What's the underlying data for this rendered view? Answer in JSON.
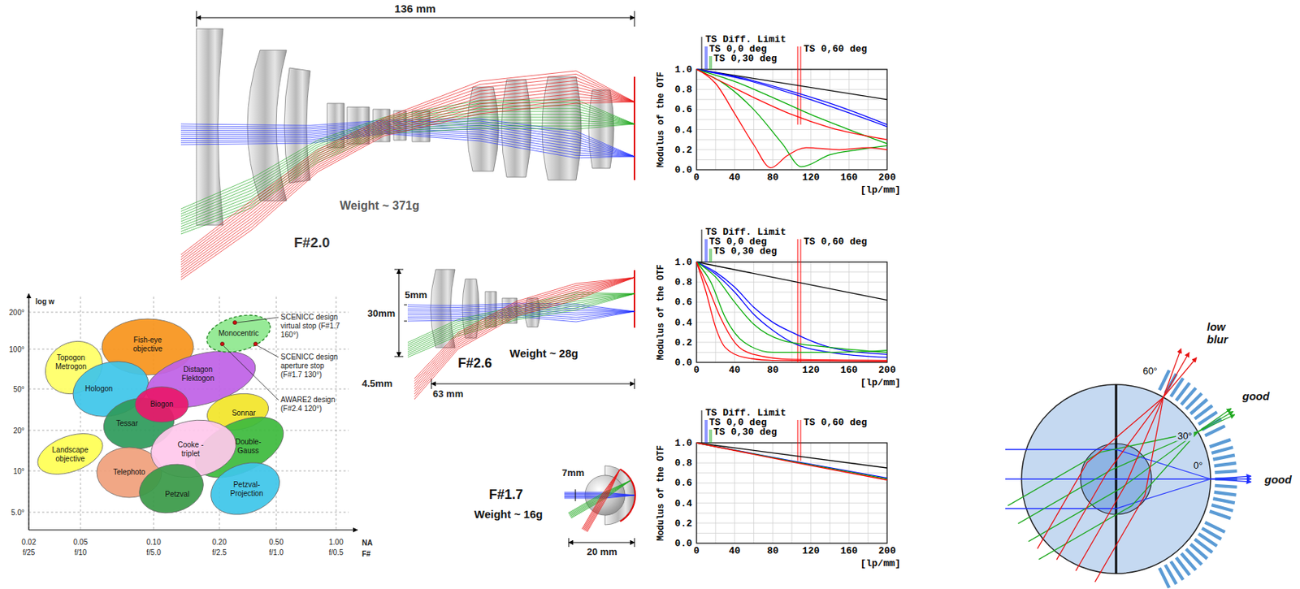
{
  "diagram": {
    "nodes": [
      {
        "text": [
          "Topogon Metrogon"
        ]
      },
      {
        "text": [
          "Fish-eye objective"
        ]
      },
      {
        "text": [
          "Hologon"
        ]
      },
      {
        "text": [
          "Distagon Flektogon"
        ]
      },
      {
        "text": [
          "Sonnar"
        ]
      },
      {
        "text": [
          "Tessar"
        ]
      },
      {
        "text": [
          "Biogon"
        ]
      },
      {
        "text": [
          "Landscape objective"
        ]
      },
      {
        "text": [
          "Telephoto"
        ]
      },
      {
        "text": [
          "Double-Gauss"
        ]
      },
      {
        "text": [
          "Cooke - triplet"
        ]
      },
      {
        "text": [
          "Petzval"
        ]
      },
      {
        "text": [
          "Petzval-Projection"
        ]
      },
      {
        "text": [
          "Monocentric"
        ]
      }
    ],
    "labels": [
      "136 mm",
      "Weight ~ 371g",
      "F#2.0",
      "TS Diff. Limit",
      "TS 0,0 deg",
      "TS 0,30 deg",
      "TS 0,60 deg",
      "1.0",
      "0.8",
      "0.6",
      "0.4",
      "0.2",
      "0.0",
      "Modulus of the OTF",
      "0",
      "40",
      "80",
      "120",
      "160",
      "200",
      "[lp/mm]",
      "log w",
      "200°",
      "100°",
      "50°",
      "20°",
      "10°",
      "5.0°",
      "0.02",
      "f/25",
      "0.05",
      "f/10",
      "0.10",
      "f/5.0",
      "0.20",
      "f/2.5",
      "0.50",
      "f/1.0",
      "1.00",
      "f/0.5",
      "NA",
      "F#",
      "SCENICC design virtual stop (F#1.7 160°)",
      "SCENICC design aperture stop (F#1.7 130°)",
      "AWARE2 design (F#2.4 120°)",
      "5mm",
      "30mm",
      "4.5mm",
      "63 mm",
      "F#2.6",
      "Weight ~ 28g",
      "TS Diff. Limit",
      "TS 0,0 deg",
      "TS 0,30 deg",
      "TS 0,60 deg",
      "1.0",
      "0.8",
      "0.6",
      "0.4",
      "0.2",
      "0.0",
      "Modulus of the OTF",
      "0",
      "40",
      "80",
      "120",
      "160",
      "200",
      "[lp/mm]",
      "7mm",
      "F#1.7",
      "Weight ~ 16g",
      "20 mm",
      "TS Diff. Limit",
      "TS 0,0 deg",
      "TS 0,30 deg",
      "TS 0,60 deg",
      "1.0",
      "0.8",
      "0.6",
      "0.4",
      "0.2",
      "0.0",
      "Modulus of the OTF",
      "0",
      "40",
      "80",
      "120",
      "160",
      "200",
      "[lp/mm]",
      "low blur",
      "good",
      "60°",
      "30°",
      "0°",
      "good"
    ]
  }
}
